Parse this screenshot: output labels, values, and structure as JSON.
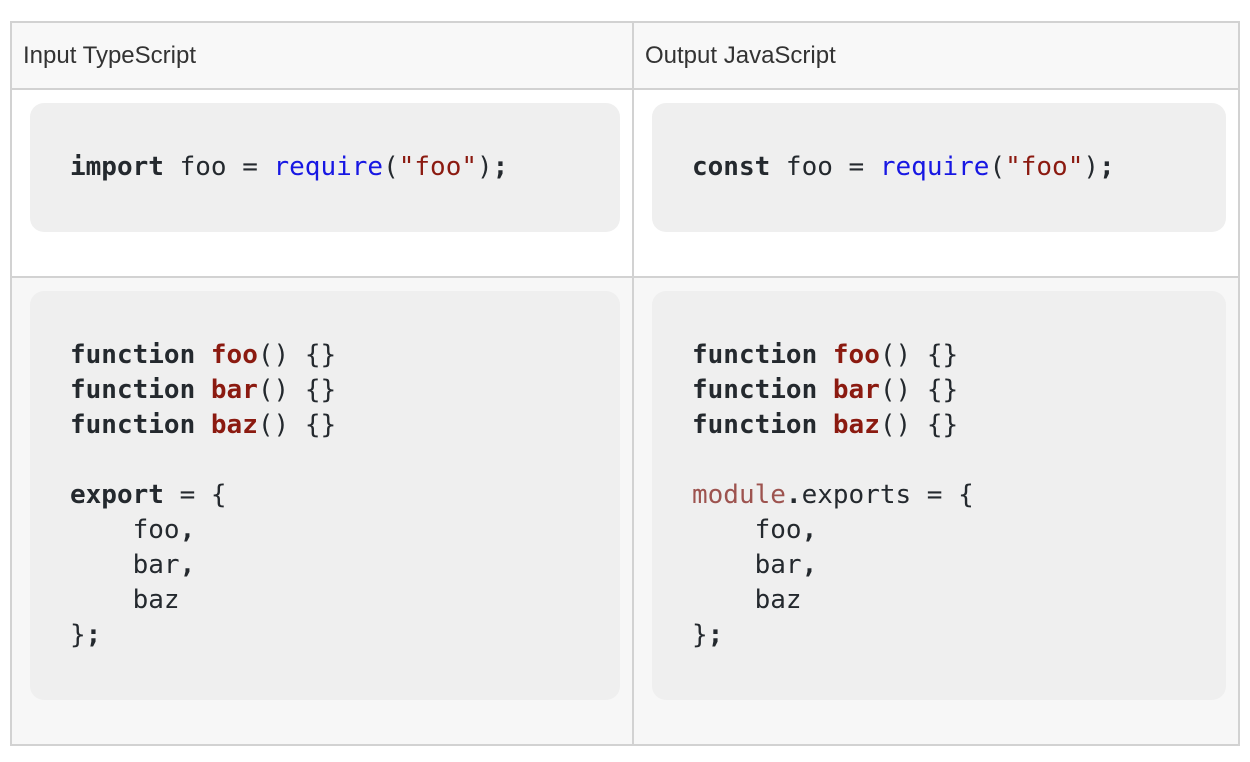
{
  "table": {
    "headers": [
      "Input TypeScript",
      "Output JavaScript"
    ],
    "rows": [
      {
        "input": [
          [
            [
              "kw",
              "import"
            ],
            [
              "pl",
              " foo = "
            ],
            [
              "call",
              "require"
            ],
            [
              "pl",
              "("
            ],
            [
              "str",
              "\"foo\""
            ],
            [
              "pl",
              ")"
            ],
            [
              "pb",
              ";"
            ]
          ]
        ],
        "output": [
          [
            [
              "kw",
              "const"
            ],
            [
              "pl",
              " foo = "
            ],
            [
              "call",
              "require"
            ],
            [
              "pl",
              "("
            ],
            [
              "str",
              "\"foo\""
            ],
            [
              "pl",
              ")"
            ],
            [
              "pb",
              ";"
            ]
          ]
        ]
      },
      {
        "input": [
          [
            [
              "kw",
              "function"
            ],
            [
              "pl",
              " "
            ],
            [
              "fn",
              "foo"
            ],
            [
              "pl",
              "() {}"
            ]
          ],
          [
            [
              "kw",
              "function"
            ],
            [
              "pl",
              " "
            ],
            [
              "fn",
              "bar"
            ],
            [
              "pl",
              "() {}"
            ]
          ],
          [
            [
              "kw",
              "function"
            ],
            [
              "pl",
              " "
            ],
            [
              "fn",
              "baz"
            ],
            [
              "pl",
              "() {}"
            ]
          ],
          [],
          [
            [
              "kw",
              "export"
            ],
            [
              "pl",
              " = {"
            ]
          ],
          [
            [
              "pl",
              "    foo"
            ],
            [
              "pb",
              ","
            ]
          ],
          [
            [
              "pl",
              "    bar"
            ],
            [
              "pb",
              ","
            ]
          ],
          [
            [
              "pl",
              "    baz"
            ]
          ],
          [
            [
              "pl",
              "}"
            ],
            [
              "pb",
              ";"
            ]
          ]
        ],
        "output": [
          [
            [
              "kw",
              "function"
            ],
            [
              "pl",
              " "
            ],
            [
              "fn",
              "foo"
            ],
            [
              "pl",
              "() {}"
            ]
          ],
          [
            [
              "kw",
              "function"
            ],
            [
              "pl",
              " "
            ],
            [
              "fn",
              "bar"
            ],
            [
              "pl",
              "() {}"
            ]
          ],
          [
            [
              "kw",
              "function"
            ],
            [
              "pl",
              " "
            ],
            [
              "fn",
              "baz"
            ],
            [
              "pl",
              "() {}"
            ]
          ],
          [],
          [
            [
              "prop",
              "module"
            ],
            [
              "pb",
              "."
            ],
            [
              "pl",
              "exports = {"
            ]
          ],
          [
            [
              "pl",
              "    foo"
            ],
            [
              "pb",
              ","
            ]
          ],
          [
            [
              "pl",
              "    bar"
            ],
            [
              "pb",
              ","
            ]
          ],
          [
            [
              "pl",
              "    baz"
            ]
          ],
          [
            [
              "pl",
              "}"
            ],
            [
              "pb",
              ";"
            ]
          ]
        ]
      }
    ]
  },
  "colors": {
    "border": "#d2d2d2",
    "header_bg": "#f8f8f8",
    "row_alt_bg": "#f7f7f7",
    "code_block_bg": "#efefef",
    "code_plain": "#24292e",
    "keyword": "#24292e",
    "function_name": "#8b1a10",
    "string": "#8b1a10",
    "call": "#1717e3",
    "property": "#9d534f"
  }
}
